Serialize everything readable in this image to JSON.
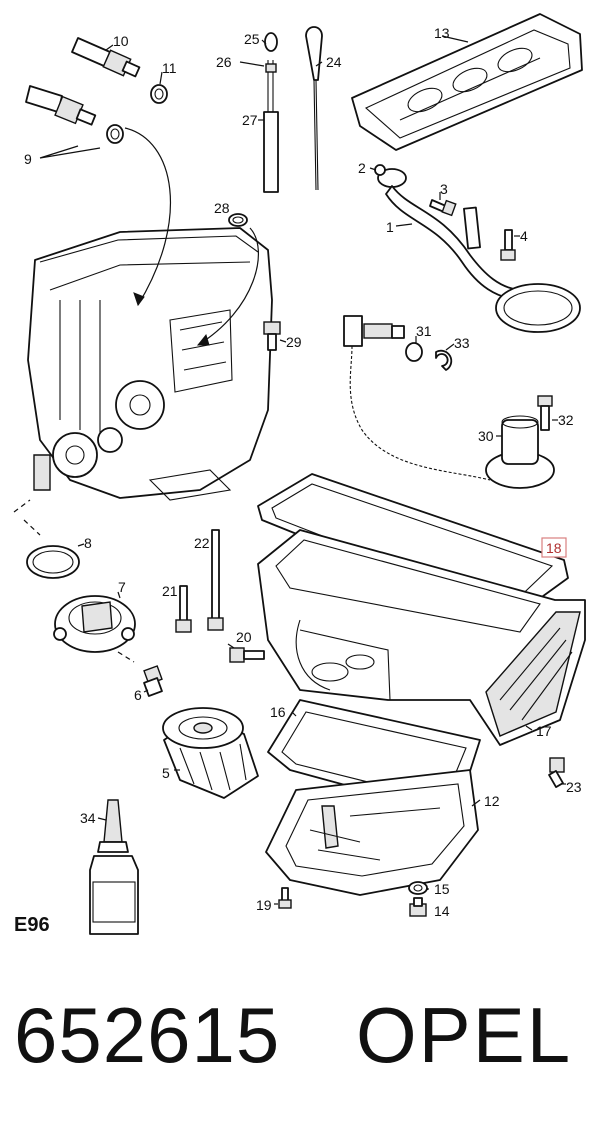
{
  "diagram": {
    "code": "E96",
    "highlighted_callout": "18",
    "callouts": [
      "1",
      "2",
      "3",
      "4",
      "5",
      "6",
      "7",
      "8",
      "9",
      "10",
      "11",
      "12",
      "13",
      "14",
      "15",
      "16",
      "17",
      "18",
      "19",
      "20",
      "21",
      "22",
      "23",
      "24",
      "25",
      "26",
      "27",
      "28",
      "29",
      "30",
      "31",
      "32",
      "33",
      "34"
    ]
  },
  "footer": {
    "part_number": "652615",
    "brand": "OPEL"
  }
}
